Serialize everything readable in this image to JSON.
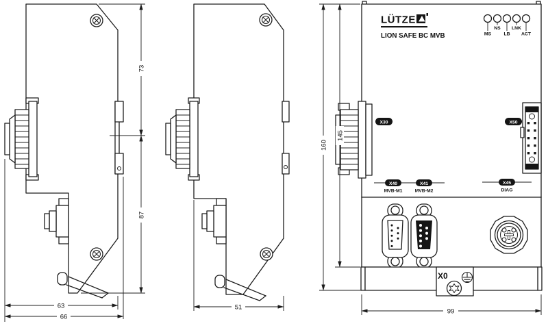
{
  "drawing": {
    "brand": "LÜTZE",
    "product": "LION SAFE BC MVB",
    "leds": [
      "MS",
      "NS",
      "LB",
      "LNK",
      "ACT"
    ],
    "badges": {
      "x30": "X30",
      "x50": "X50",
      "x40": "X40",
      "x41": "X41",
      "x45": "X45"
    },
    "port_labels": {
      "mvb_m1": "MVB-M1",
      "mvb_m2": "MVB-M2",
      "diag": "DIAG",
      "terminal": "X0"
    },
    "dimensions_mm": {
      "d73": "73",
      "d87": "87",
      "d63": "63",
      "d66": "66",
      "d51": "51",
      "d160": "160",
      "d145": "145",
      "d99": "99"
    },
    "colors": {
      "line": "#1c1c1c",
      "badge_fill": "#151515",
      "background": "#ffffff"
    }
  }
}
